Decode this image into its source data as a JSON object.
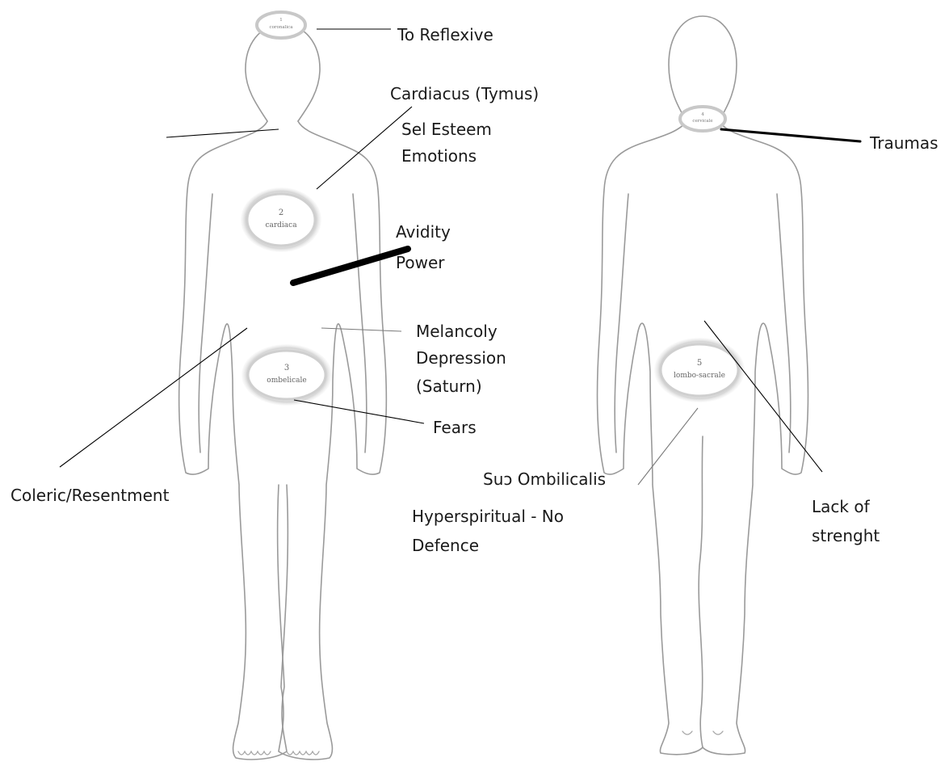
{
  "chakras": [
    {
      "number": "1",
      "name": "coronalica"
    },
    {
      "number": "2",
      "name": "cardiaca"
    },
    {
      "number": "3",
      "name": "ombelicale"
    },
    {
      "number": "4",
      "name": "cervicale"
    },
    {
      "number": "5",
      "name": "lombo-sacrale"
    }
  ],
  "labels": {
    "reflexive": "To Reflexive",
    "cardiacus": "Cardiacus (Tymus)",
    "self_esteem": "Sel Esteem",
    "emotions": "Emotions",
    "avidity": "Avidity",
    "power": "Power",
    "melancoly": "Melancoly",
    "depression": "Depression",
    "saturn": "(Saturn)",
    "fears": "Fears",
    "coleric": "Coleric/Resentment",
    "traumas": "Traumas",
    "sub_ombilicalis": "Suɔ Ombilicalis",
    "hyperspiritual": "Hyperspiritual - No",
    "defence": "Defence",
    "lack_of": "Lack of",
    "strenght": "strenght"
  }
}
